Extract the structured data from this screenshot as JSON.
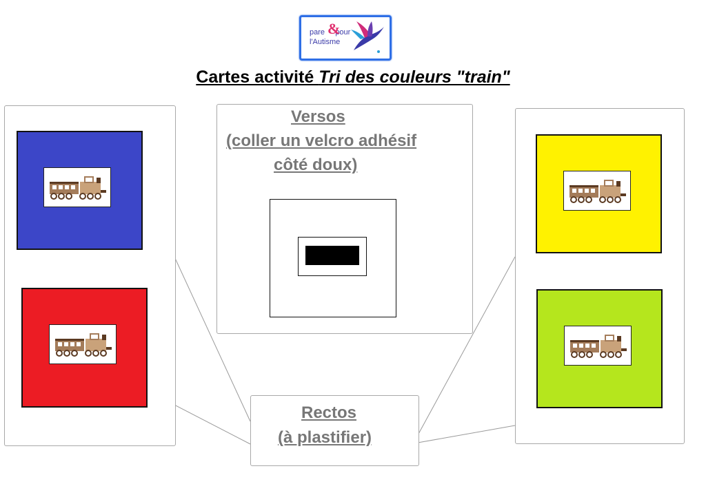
{
  "logo": {
    "line1": "pare",
    "amp": "&",
    "line1b": "pour",
    "line2": "l'Autisme"
  },
  "title": {
    "main": "Cartes activité ",
    "italic": "Tri des couleurs \"train\""
  },
  "versos": {
    "line1": "Versos",
    "line2": "(coller un velcro adhésif",
    "line3": "côté doux)"
  },
  "rectos": {
    "line1": "Rectos",
    "line2": "(à plastifier)"
  },
  "colors": {
    "blue": "#3c46c8",
    "red": "#ec1c24",
    "yellow": "#fff200",
    "green": "#b5e61d",
    "panel_border": "#a8a8a8",
    "heading": "#777777",
    "logo_border": "#2f6fe6"
  },
  "cards": [
    {
      "color": "blue",
      "icon": "train-icon"
    },
    {
      "color": "red",
      "icon": "train-icon"
    },
    {
      "color": "yellow",
      "icon": "train-icon"
    },
    {
      "color": "green",
      "icon": "train-icon"
    }
  ]
}
